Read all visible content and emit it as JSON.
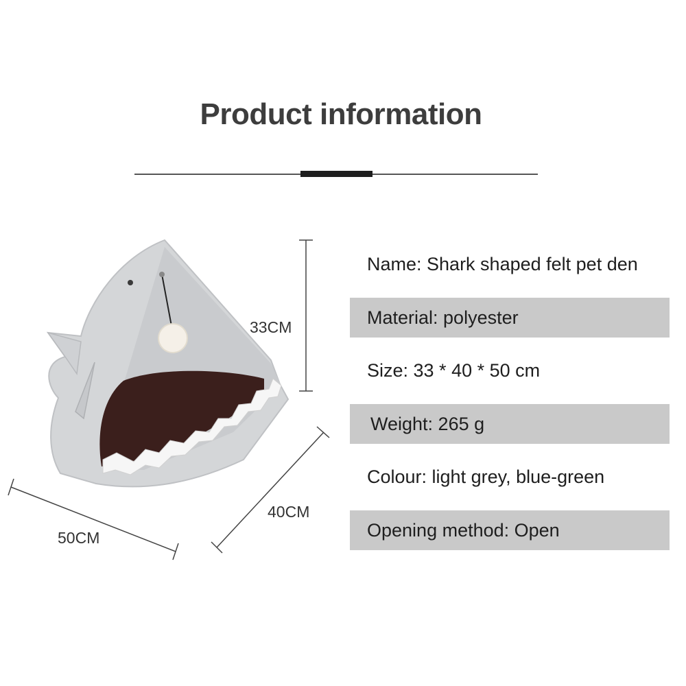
{
  "header": {
    "title": "Product information"
  },
  "dimensions": {
    "height": "33CM",
    "depth": "40CM",
    "width": "50CM"
  },
  "specs": [
    {
      "text": "Name: Shark shaped felt pet den"
    },
    {
      "text": "Material: polyester"
    },
    {
      "text": "Size: 33 * 40 * 50 cm"
    },
    {
      "text": "Weight: 265 g"
    },
    {
      "text": "Colour: light grey, blue-green"
    },
    {
      "text": "Opening method: Open"
    }
  ],
  "colors": {
    "felt": "#d4d6d8",
    "cushion": "#3b1f1c",
    "row_shade": "#c9c9c9"
  }
}
